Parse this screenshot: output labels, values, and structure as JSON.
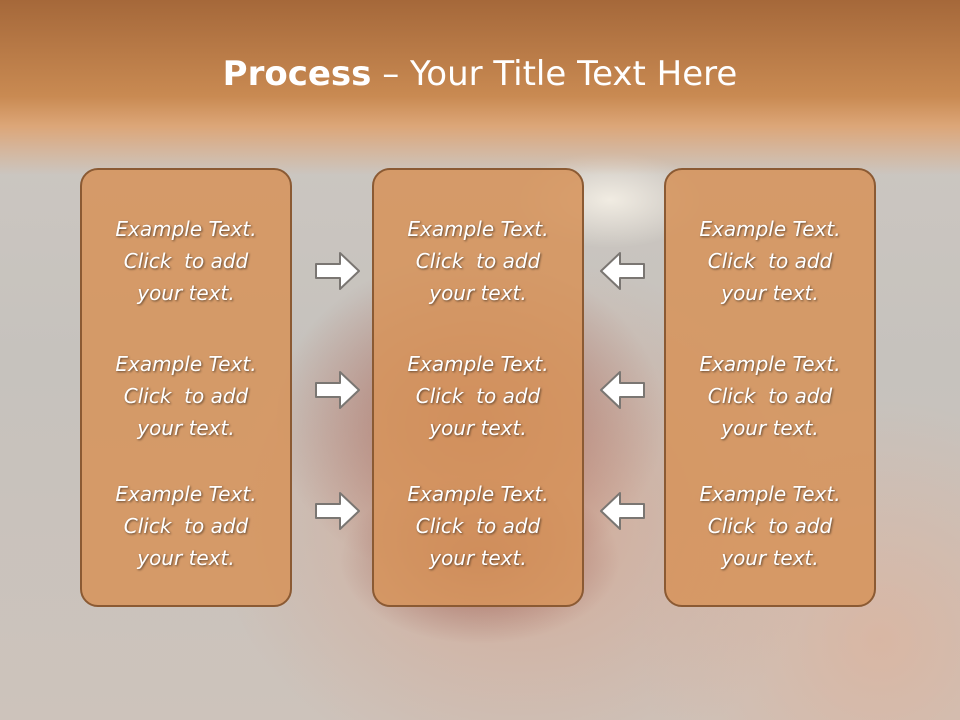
{
  "slide": {
    "title_bold": "Process",
    "title_dash": "–",
    "title_rest": "Your Title Text Here"
  },
  "columns": [
    {
      "items": [
        {
          "line1": "Example Text.",
          "line2": "Click  to add",
          "line3": "your text."
        },
        {
          "line1": "Example Text.",
          "line2": "Click  to add",
          "line3": "your text."
        },
        {
          "line1": "Example Text.",
          "line2": "Click  to add",
          "line3": "your text."
        }
      ]
    },
    {
      "items": [
        {
          "line1": "Example Text.",
          "line2": "Click  to add",
          "line3": "your text."
        },
        {
          "line1": "Example Text.",
          "line2": "Click  to add",
          "line3": "your text."
        },
        {
          "line1": "Example Text.",
          "line2": "Click  to add",
          "line3": "your text."
        }
      ]
    },
    {
      "items": [
        {
          "line1": "Example Text.",
          "line2": "Click  to add",
          "line3": "your text."
        },
        {
          "line1": "Example Text.",
          "line2": "Click  to add",
          "line3": "your text."
        },
        {
          "line1": "Example Text.",
          "line2": "Click  to add",
          "line3": "your text."
        }
      ]
    }
  ],
  "arrows": {
    "left_group": [
      "right-arrow-icon",
      "right-arrow-icon",
      "right-arrow-icon"
    ],
    "right_group": [
      "left-arrow-icon",
      "left-arrow-icon",
      "left-arrow-icon"
    ]
  },
  "colors": {
    "header": "#c98a52",
    "box_fill": "#d6945c",
    "box_border": "#8b5a33",
    "text": "#ffffff"
  }
}
